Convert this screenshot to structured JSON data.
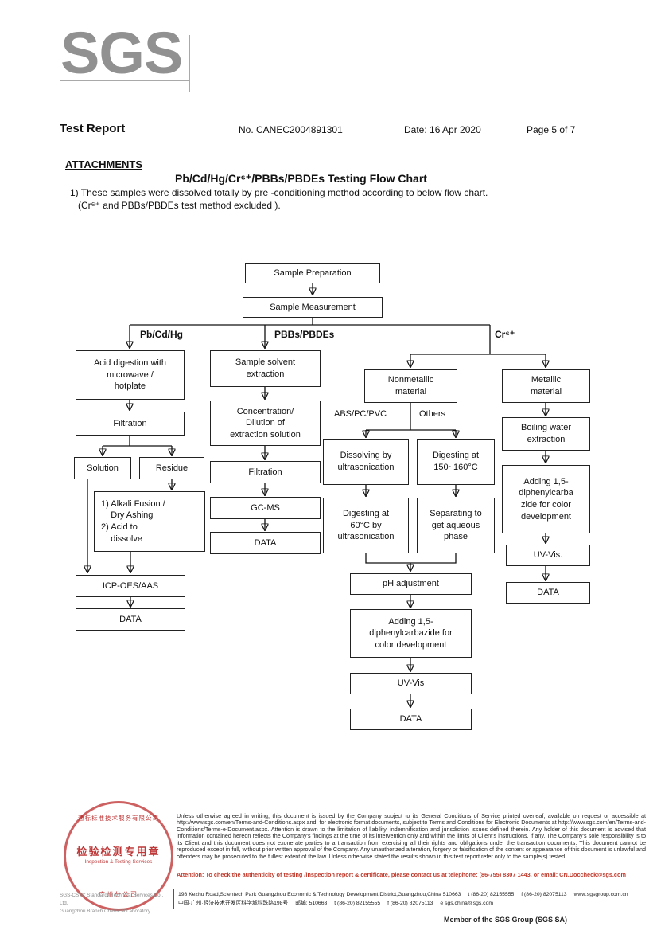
{
  "header": {
    "logo_text": "SGS",
    "report_title": "Test Report",
    "report_no": "No. CANEC2004891301",
    "date_label": "Date: 16 Apr 2020",
    "page_label": "Page 5 of 7"
  },
  "attachments": {
    "heading": "ATTACHMENTS",
    "title": "Pb/Cd/Hg/Cr⁶⁺/PBBs/PBDEs Testing Flow Chart",
    "note1": "1) These samples were dissolved totally by pre -conditioning method according to below flow chart.",
    "note2": "(Cr⁶⁺ and PBBs/PBDEs test method excluded )."
  },
  "flow": {
    "branches": {
      "left": "Pb/Cd/Hg",
      "middle": "PBBs/PBDEs",
      "right": "Cr⁶⁺"
    },
    "labels": {
      "abs": "ABS/PC/PVC",
      "others": "Others"
    },
    "nodes": {
      "sample_prep": "Sample Preparation",
      "sample_meas": "Sample Measurement",
      "acid_digestion": "Acid digestion with\nmicrowave /\nhotplate",
      "filtration_left": "Filtration",
      "solution": "Solution",
      "residue": "Residue",
      "alkali": "1) Alkali Fusion /\n    Dry Ashing\n2) Acid to\n    dissolve",
      "icp": "ICP-OES/AAS",
      "data_left": "DATA",
      "solvent_extraction": "Sample solvent\nextraction",
      "concentration": "Concentration/\nDilution of\nextraction solution",
      "filtration_mid": "Filtration",
      "gcms": "GC-MS",
      "data_mid": "DATA",
      "nonmetallic": "Nonmetallic\nmaterial",
      "metallic": "Metallic\nmaterial",
      "dissolving": "Dissolving by\nultrasonication",
      "digesting_high": "Digesting at\n150~160°C",
      "digesting_60": "Digesting at\n60°C by\nultrasonication",
      "separating": "Separating to\nget aqueous\nphase",
      "ph_adjust": "pH adjustment",
      "adding_dpc_mid": "Adding 1,5-\ndiphenylcarbazide for\ncolor development",
      "uv_vis_mid": "UV-Vis",
      "data_cr_mid": "DATA",
      "boiling": "Boiling water\nextraction",
      "adding_dpc_right": "Adding 1,5-\ndiphenylcarba\nzide for color\ndevelopment",
      "uv_vis_right": "UV-Vis.",
      "data_right": "DATA"
    }
  },
  "footer": {
    "legal": "Unless otherwise agreed in writing, this document is issued by the Company subject to its General Conditions of Service printed overleaf, available on request or accessible at http://www.sgs.com/en/Terms-and-Conditions.aspx and, for electronic format documents, subject to Terms and Conditions for Electronic Documents at http://www.sgs.com/en/Terms-and-Conditions/Terms-e-Document.aspx. Attention is drawn to the limitation of liability, indemnification and jurisdiction issues defined therein. Any holder of this document is advised that information contained hereon reflects the Company's findings at the time of its intervention only and within the limits of Client's instructions, if any. The Company's sole responsibility is to its Client and this document does not exonerate parties to a transaction from exercising all their rights and obligations under the transaction documents. This document cannot be reproduced except in full, without prior written approval of the Company. Any unauthorized alteration, forgery or falsification of the content or appearance of this document is unlawful and offenders may be prosecuted to the fullest extent of the law. Unless otherwise stated the results shown in this test report refer only to the sample(s) tested .",
    "attention": "Attention: To check the authenticity of testing /inspection report & certificate, please contact us at telephone: (86-755) 8307 1443, or email: CN.Doccheck@sgs.com",
    "company_line1": "SGS-CSTC Standards Technical Services Co., Ltd.",
    "company_line2": "Guangzhou Branch  Chemical Laboratory.",
    "address_en": "198 Kezhu Road,Scientech Park Guangzhou Economic & Technology Development District,Guangzhou,China 510663",
    "contact_en_t": "t (86-20) 82155555",
    "contact_en_f": "f (86-20) 82075113",
    "website": "www.sgsgroup.com.cn",
    "address_cn": "中国·广州·经济技术开发区科学城科珠路198号",
    "postcode": "邮编: 510663",
    "contact_cn_t": "t (86-20) 82155555",
    "contact_cn_f": "f (86-20) 82075113",
    "email": "e sgs.china@sgs.com",
    "member": "Member of the SGS Group (SGS SA)",
    "stamp": {
      "ring_top": "通标标准技术服务有限公司",
      "ring_bottom": "广州分公司",
      "center": "检验检测专用章",
      "banner": "Inspection & Testing Services"
    },
    "accent_red": "#c0392b"
  }
}
